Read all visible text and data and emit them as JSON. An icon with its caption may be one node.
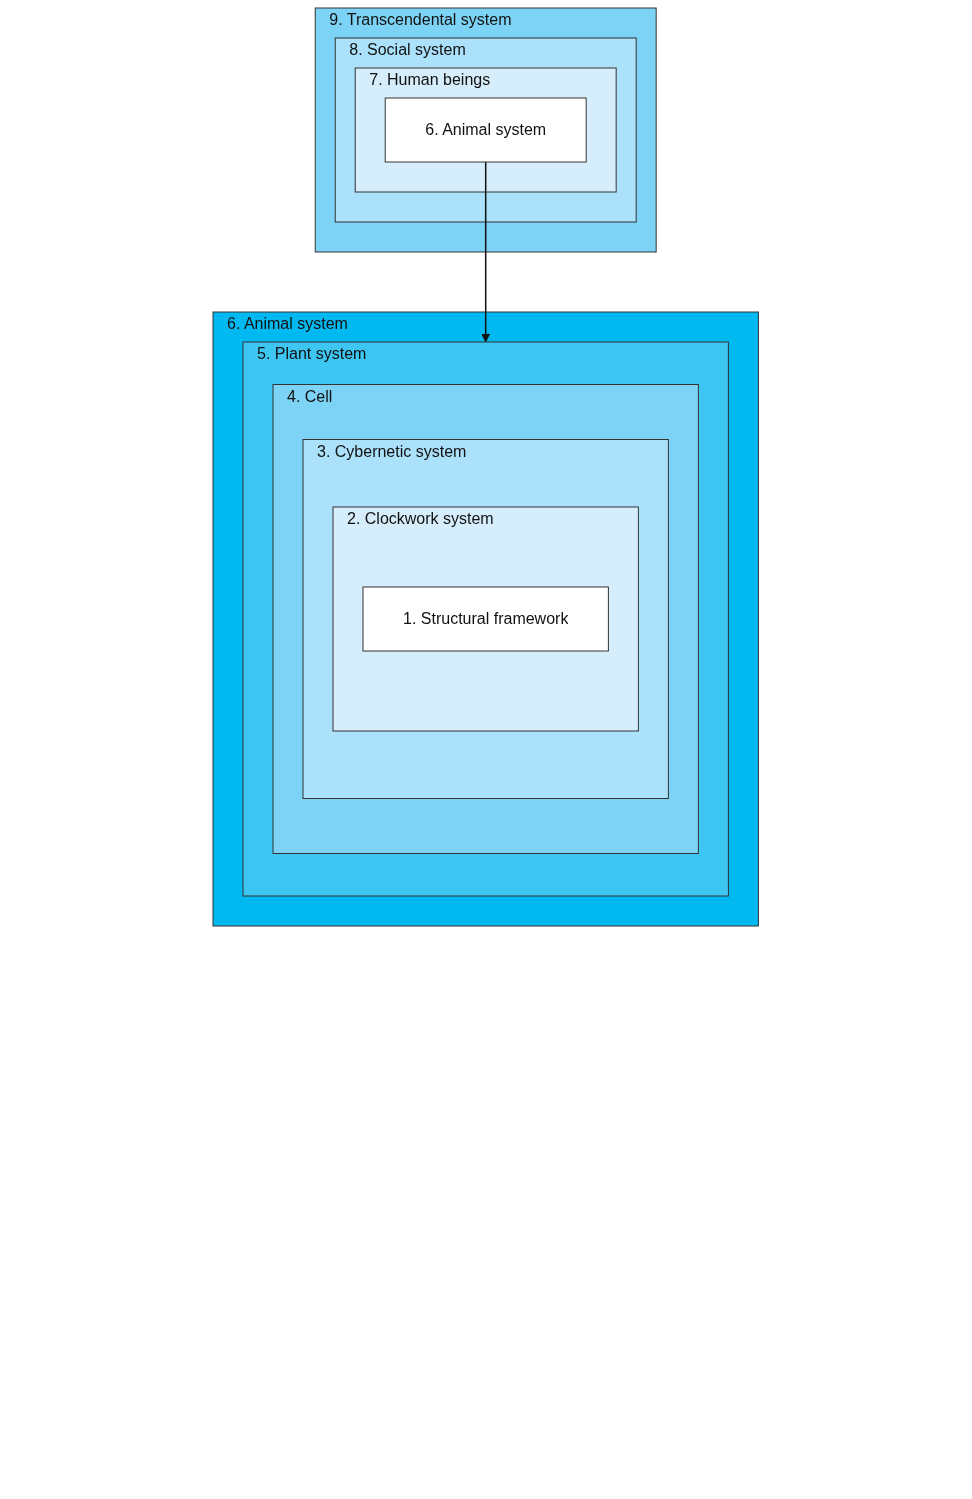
{
  "diagram": {
    "nodes": [
      {
        "text": [
          "9. Transcendental system"
        ]
      },
      {
        "text": [
          "8. Social system"
        ],
        "in": 0
      },
      {
        "text": [
          "7. Human beings"
        ],
        "in": 1
      },
      {
        "text": [
          "6. Animal system"
        ],
        "in": 2
      },
      {
        "text": [
          "6. Animal system"
        ]
      },
      {
        "text": [
          "5. Plant system"
        ],
        "in": 4
      },
      {
        "text": [
          "4. Cell"
        ],
        "in": 5
      },
      {
        "text": [
          "3. Cybernetic system"
        ],
        "in": 6
      },
      {
        "text": [
          "2. Clockwork system"
        ],
        "in": 7
      },
      {
        "text": [
          "1. Structural framework"
        ],
        "in": 8
      }
    ],
    "edges": [
      {
        "from": 3,
        "to": 5,
        "arrow": "to"
      }
    ]
  }
}
